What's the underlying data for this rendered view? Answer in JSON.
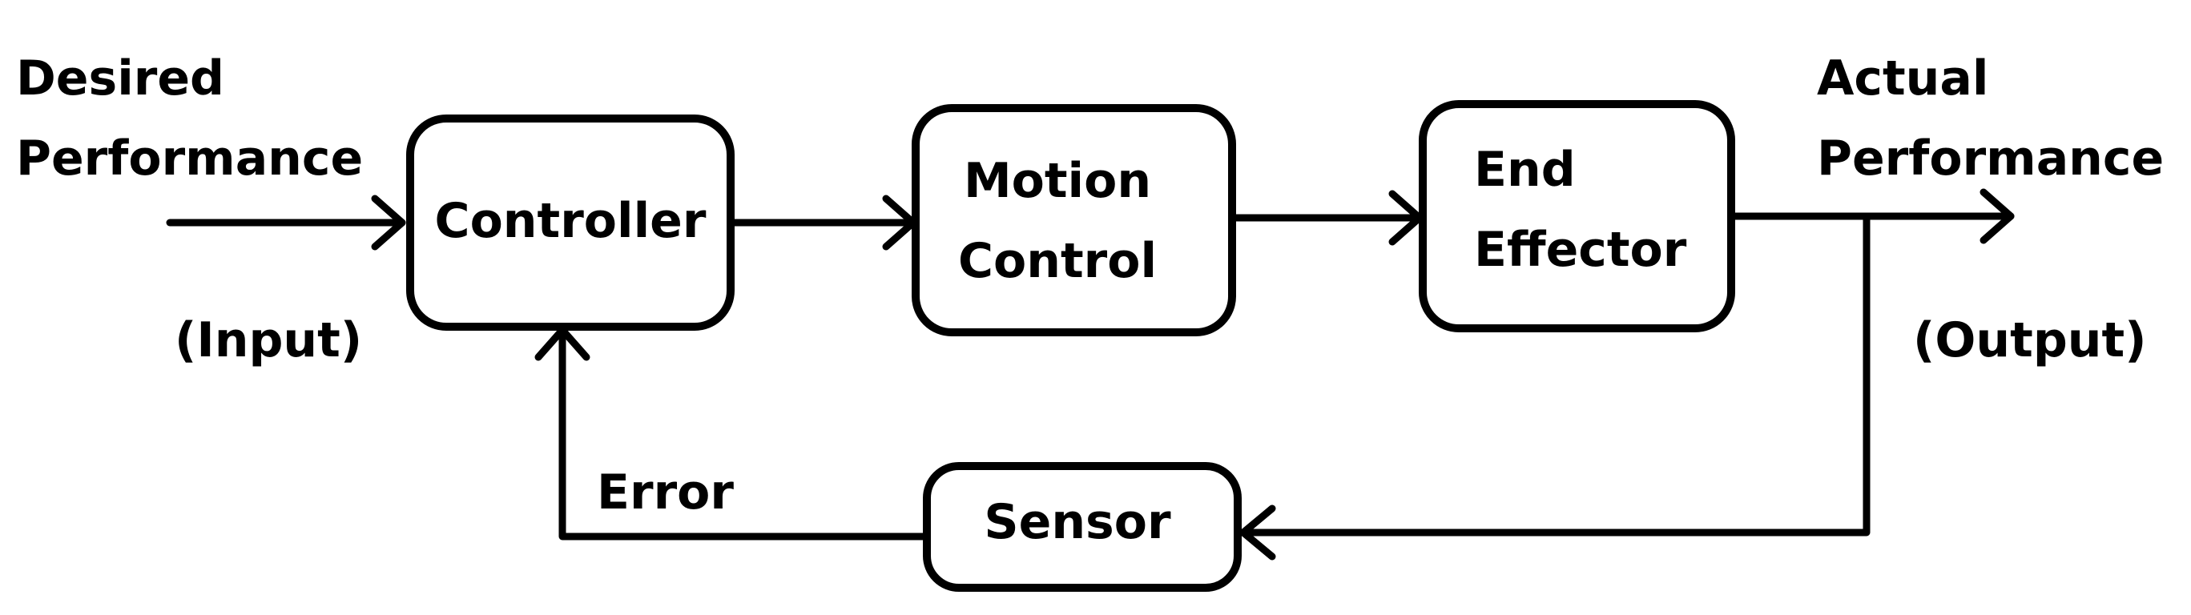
{
  "labels": {
    "input_line1": "Desired",
    "input_line2": "Performance",
    "input_tag": "(Input)",
    "output_line1": "Actual",
    "output_line2": "Performance",
    "output_tag": "(Output)",
    "error": "Error"
  },
  "blocks": {
    "controller": "Controller",
    "motion_control_line1": "Motion",
    "motion_control_line2": "Control",
    "end_effector_line1": "End",
    "end_effector_line2": "Effector",
    "sensor": "Sensor"
  },
  "colors": {
    "stroke": "#000000",
    "background": "#ffffff"
  }
}
